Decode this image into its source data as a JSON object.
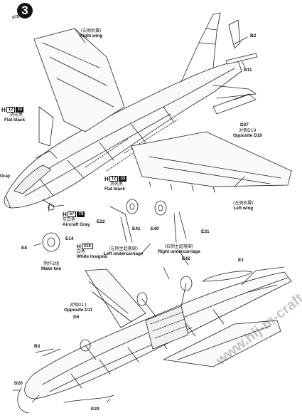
{
  "step": {
    "label": "STEP",
    "number": "3"
  },
  "labels": {
    "right_wing": {
      "cn": "(右侧机翼)",
      "en": "Right wing"
    },
    "left_wing": {
      "cn": "(左侧机翼)",
      "en": "Left wing"
    },
    "left_undercarriage": {
      "cn": "(左侧主起落架)",
      "en": "Left undercarriage"
    },
    "right_undercarriage": {
      "cn": "(右侧主起落架)",
      "en": "Right undercarriage"
    },
    "make_two": {
      "cn": "制作2组",
      "en": "Make two"
    },
    "opposite_d19": {
      "cn": "对侧D19",
      "en": "Opposite D19"
    },
    "opposite_d11": {
      "cn": "对侧D11",
      "en": "Opposite D11"
    }
  },
  "paint": {
    "h33_top": {
      "h": "H",
      "code": "12",
      "num": "33",
      "cn": "消光黑",
      "en": "Flat black"
    },
    "h33_mid": {
      "h": "H",
      "code": "12",
      "num": "33",
      "cn": "消光黑",
      "en": "Flat black"
    },
    "h73": {
      "h": "H",
      "code": "57",
      "num": "73",
      "cn": "灰白色",
      "en": "Aircraft Gray"
    },
    "h316": {
      "h": "H",
      "code": "316",
      "cn": "白色",
      "en": "White Insignia"
    },
    "left_edge_gray": "Gray"
  },
  "parts": {
    "B2": "B2",
    "B11": "B11",
    "D27": "D27",
    "D6": "D6",
    "E22": "E22",
    "E41": "E41",
    "E40": "E40",
    "E31": "E31",
    "E8": "E8",
    "E14": "E14",
    "E42": "E42",
    "E1": "E1",
    "B3": "B3",
    "D20": "D20",
    "E29": "E29"
  },
  "watermark": "www.hlj-m-craft.com",
  "colors": {
    "ink": "#111111",
    "paper": "#ffffff"
  }
}
